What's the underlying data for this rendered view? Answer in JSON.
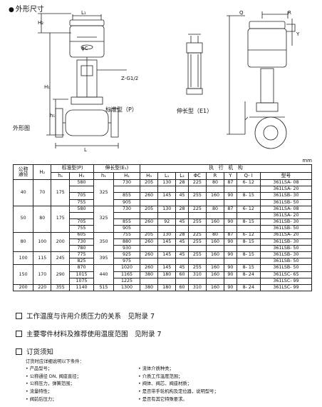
{
  "section_title": "外形尺寸",
  "drawing": {
    "caption_standard": "标准型（P）",
    "caption_extended": "伸长型（E1）",
    "label_thread": "Z-G1/2",
    "outline_label": "外形图",
    "dim_labels": {
      "h2": "H₂",
      "h1_big": "H₁",
      "h1_small": "h₁",
      "L": "L",
      "L1": "L₁",
      "phiC": "ϕC",
      "Q": "Q",
      "R": "R",
      "Y": "Y"
    }
  },
  "units": "mm",
  "table": {
    "header_row1": {
      "dn": "公称",
      "h2": "H₂",
      "std": "标准型(P)",
      "ext": "伸长型(E₁)",
      "act": "执　行　机　构"
    },
    "header_row2": {
      "dn": "通径",
      "cols": [
        "h₁",
        "H₁",
        "h₁",
        "H₁",
        "H₃",
        "L₁",
        "L₂",
        "ΦC",
        "R",
        "Y",
        "Q- I",
        "型号"
      ]
    },
    "groups": [
      {
        "dn": "40",
        "h2": "70",
        "std_h1": "175",
        "ext_h1": "325",
        "rows": [
          {
            "H1": "580",
            "extH1": "730",
            "H3": "205",
            "L1": "130",
            "L2": "28",
            "C": "225",
            "R": "80",
            "Y": "87",
            "Q": "6- 12",
            "model": "361LSA- 08"
          },
          {
            "H1": "",
            "extH1": "",
            "H3": "",
            "L1": "",
            "L2": "",
            "C": "",
            "R": "",
            "Y": "",
            "Q": "",
            "model": "361LSA- 20"
          },
          {
            "H1": "705",
            "extH1": "855",
            "H3": "260",
            "L1": "145",
            "L2": "45",
            "C": "255",
            "R": "160",
            "Y": "90",
            "Q": "8- 15",
            "model": "361LSB- 30"
          },
          {
            "H1": "755",
            "extH1": "905",
            "H3": "",
            "L1": "",
            "L2": "",
            "C": "",
            "R": "",
            "Y": "",
            "Q": "",
            "model": "361LSB- 50"
          }
        ]
      },
      {
        "dn": "50",
        "h2": "80",
        "std_h1": "175",
        "ext_h1": "325",
        "rows": [
          {
            "H1": "580",
            "extH1": "730",
            "H3": "205",
            "L1": "130",
            "L2": "28",
            "C": "225",
            "R": "80",
            "Y": "87",
            "Q": "6- 12",
            "model": "361LSA- 08"
          },
          {
            "H1": "",
            "extH1": "",
            "H3": "",
            "L1": "",
            "L2": "",
            "C": "",
            "R": "",
            "Y": "",
            "Q": "",
            "model": "361LSA- 20"
          },
          {
            "H1": "705",
            "extH1": "855",
            "H3": "260",
            "L1": "92",
            "L2": "45",
            "C": "255",
            "R": "160",
            "Y": "90",
            "Q": "8- 15",
            "model": "361LSB- 30"
          },
          {
            "H1": "755",
            "extH1": "905",
            "H3": "",
            "L1": "",
            "L2": "",
            "C": "",
            "R": "",
            "Y": "",
            "Q": "",
            "model": "361LSB- 50"
          }
        ]
      },
      {
        "dn": "80",
        "h2": "100",
        "std_h1": "200",
        "ext_h1": "350",
        "rows": [
          {
            "H1": "605",
            "extH1": "755",
            "H3": "205",
            "L1": "130",
            "L2": "28",
            "C": "225",
            "R": "80",
            "Y": "87",
            "Q": "6- 12",
            "model": "361LSA- 20"
          },
          {
            "H1": "730",
            "extH1": "880",
            "H3": "260",
            "L1": "145",
            "L2": "45",
            "C": "255",
            "R": "160",
            "Y": "90",
            "Q": "8- 15",
            "model": "361LSB- 30"
          },
          {
            "H1": "780",
            "extH1": "930",
            "H3": "",
            "L1": "",
            "L2": "",
            "C": "",
            "R": "",
            "Y": "",
            "Q": "",
            "model": "361LSB- 50"
          }
        ]
      },
      {
        "dn": "100",
        "h2": "115",
        "std_h1": "245",
        "ext_h1": "395",
        "rows": [
          {
            "H1": "775",
            "extH1": "925",
            "H3": "260",
            "L1": "145",
            "L2": "45",
            "C": "255",
            "R": "160",
            "Y": "90",
            "Q": "8- 15",
            "model": "361LSB- 30"
          },
          {
            "H1": "825",
            "extH1": "975",
            "H3": "",
            "L1": "",
            "L2": "",
            "C": "",
            "R": "",
            "Y": "",
            "Q": "",
            "model": "361LSB- 50"
          }
        ]
      },
      {
        "dn": "150",
        "h2": "170",
        "std_h1": "290",
        "ext_h1": "440",
        "rows": [
          {
            "H1": "870",
            "extH1": "1020",
            "H3": "260",
            "L1": "145",
            "L2": "45",
            "C": "255",
            "R": "160",
            "Y": "90",
            "Q": "8- 15",
            "model": "361LSB- 50"
          },
          {
            "H1": "1015",
            "extH1": "1165",
            "H3": "380",
            "L1": "180",
            "L2": "60",
            "C": "310",
            "R": "160",
            "Y": "90",
            "Q": "8- 24",
            "model": "361LSC- 65"
          },
          {
            "H1": "1075",
            "extH1": "1225",
            "H3": "",
            "L1": "",
            "L2": "",
            "C": "",
            "R": "",
            "Y": "",
            "Q": "",
            "model": "361LSC- 99"
          }
        ]
      },
      {
        "dn": "200",
        "h2": "220",
        "std_h1": "355",
        "ext_h1": "515",
        "rows": [
          {
            "H1": "1140",
            "extH1": "1300",
            "H3": "380",
            "L1": "180",
            "L2": "60",
            "C": "310",
            "R": "160",
            "Y": "90",
            "Q": "8- 24",
            "model": "361LSC- 99"
          }
        ]
      }
    ]
  },
  "notes": {
    "work_temp": "工作温度与许用介质压力的关系　见附录 7",
    "materials": "主要零件材料及推荐使用温度范围　见附录 7",
    "ordering_title": "订货须知",
    "ordering_intro": "订货时应详细说明以下条件：",
    "ordering_col1": [
      "• 产品型号；",
      "• 公称通径 DN, 阀座直径；",
      "• 公称压力，弹簧范围；",
      "• 流量特性；",
      "• 阀前后压力；"
    ],
    "ordering_col2": [
      "• 流体介质种类；",
      "• 介质工作温度范围；",
      "• 阀体、阀芯、阀座材质；",
      "• 是否带手轮机构及定位器，说明型号；",
      "• 是否有其它特殊要求。"
    ]
  }
}
